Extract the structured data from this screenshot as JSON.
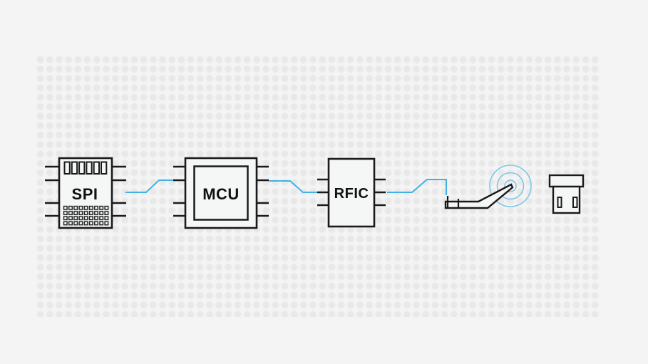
{
  "canvas": {
    "background_color": "#f4f4f4",
    "dot_pattern_color": "#e8e8e8"
  },
  "diagram": {
    "type": "block-flow",
    "nodes": [
      {
        "id": "spi",
        "kind": "chip",
        "label": "SPI"
      },
      {
        "id": "mcu",
        "kind": "chip",
        "label": "MCU"
      },
      {
        "id": "rfic",
        "kind": "chip",
        "label": "RFIC"
      },
      {
        "id": "antenna",
        "kind": "pcb-antenna-icon",
        "label": ""
      },
      {
        "id": "usb-receiver",
        "kind": "usb-dongle-icon",
        "label": ""
      }
    ],
    "links": [
      {
        "from": "spi",
        "to": "mcu"
      },
      {
        "from": "mcu",
        "to": "rfic"
      },
      {
        "from": "rfic",
        "to": "antenna"
      }
    ],
    "colors": {
      "link": "#41b2e2",
      "wave": "#7cc8e8",
      "outline": "#1a1a1a"
    }
  }
}
